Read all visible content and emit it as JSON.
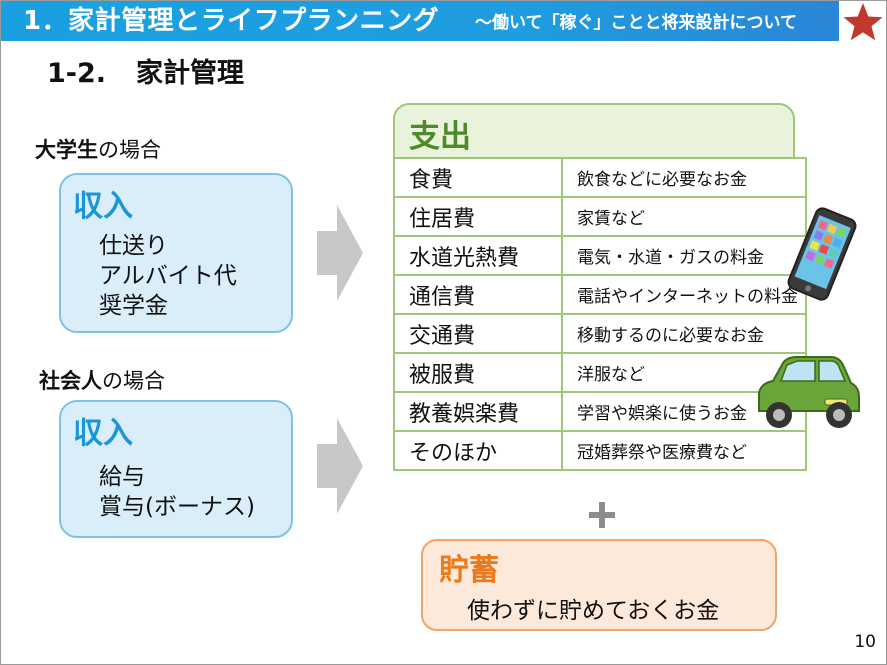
{
  "title": {
    "main": "1．家計管理とライフプランニング",
    "sub": "～働いて「稼ぐ」ことと将来設計について"
  },
  "section": {
    "number": "1-2.",
    "title": "家計管理"
  },
  "student_case": {
    "label_bold": "大学生",
    "label_rest": "の場合",
    "income_title": "収入",
    "items": [
      "仕送り",
      "アルバイト代",
      "奨学金"
    ]
  },
  "worker_case": {
    "label_bold": "社会人",
    "label_rest": "の場合",
    "income_title": "収入",
    "items": [
      "給与",
      "賞与(ボーナス)"
    ]
  },
  "expenses": {
    "title": "支出",
    "rows": [
      {
        "category": "食費",
        "description": "飲食などに必要なお金"
      },
      {
        "category": "住居費",
        "description": "家賃など"
      },
      {
        "category": "水道光熱費",
        "description": "電気・水道・ガスの料金"
      },
      {
        "category": "通信費",
        "description": "電話やインターネットの料金"
      },
      {
        "category": "交通費",
        "description": "移動するのに必要なお金"
      },
      {
        "category": "被服費",
        "description": "洋服など"
      },
      {
        "category": "教養娯楽費",
        "description": "学習や娯楽に使うお金"
      },
      {
        "category": "そのほか",
        "description": "冠婚葬祭や医療費など"
      }
    ]
  },
  "savings": {
    "title": "貯蓄",
    "description": "使わずに貯めておくお金"
  },
  "page_number": "10",
  "colors": {
    "title_bar": "#1aa0e0",
    "income_accent": "#1a96d8",
    "expense_accent": "#4f8a2a",
    "savings_accent": "#ea7a1c",
    "star": "#c0392b"
  },
  "icons": [
    "star-icon",
    "arrow-right-icon",
    "plus-icon",
    "smartphone-illustration",
    "car-illustration"
  ]
}
